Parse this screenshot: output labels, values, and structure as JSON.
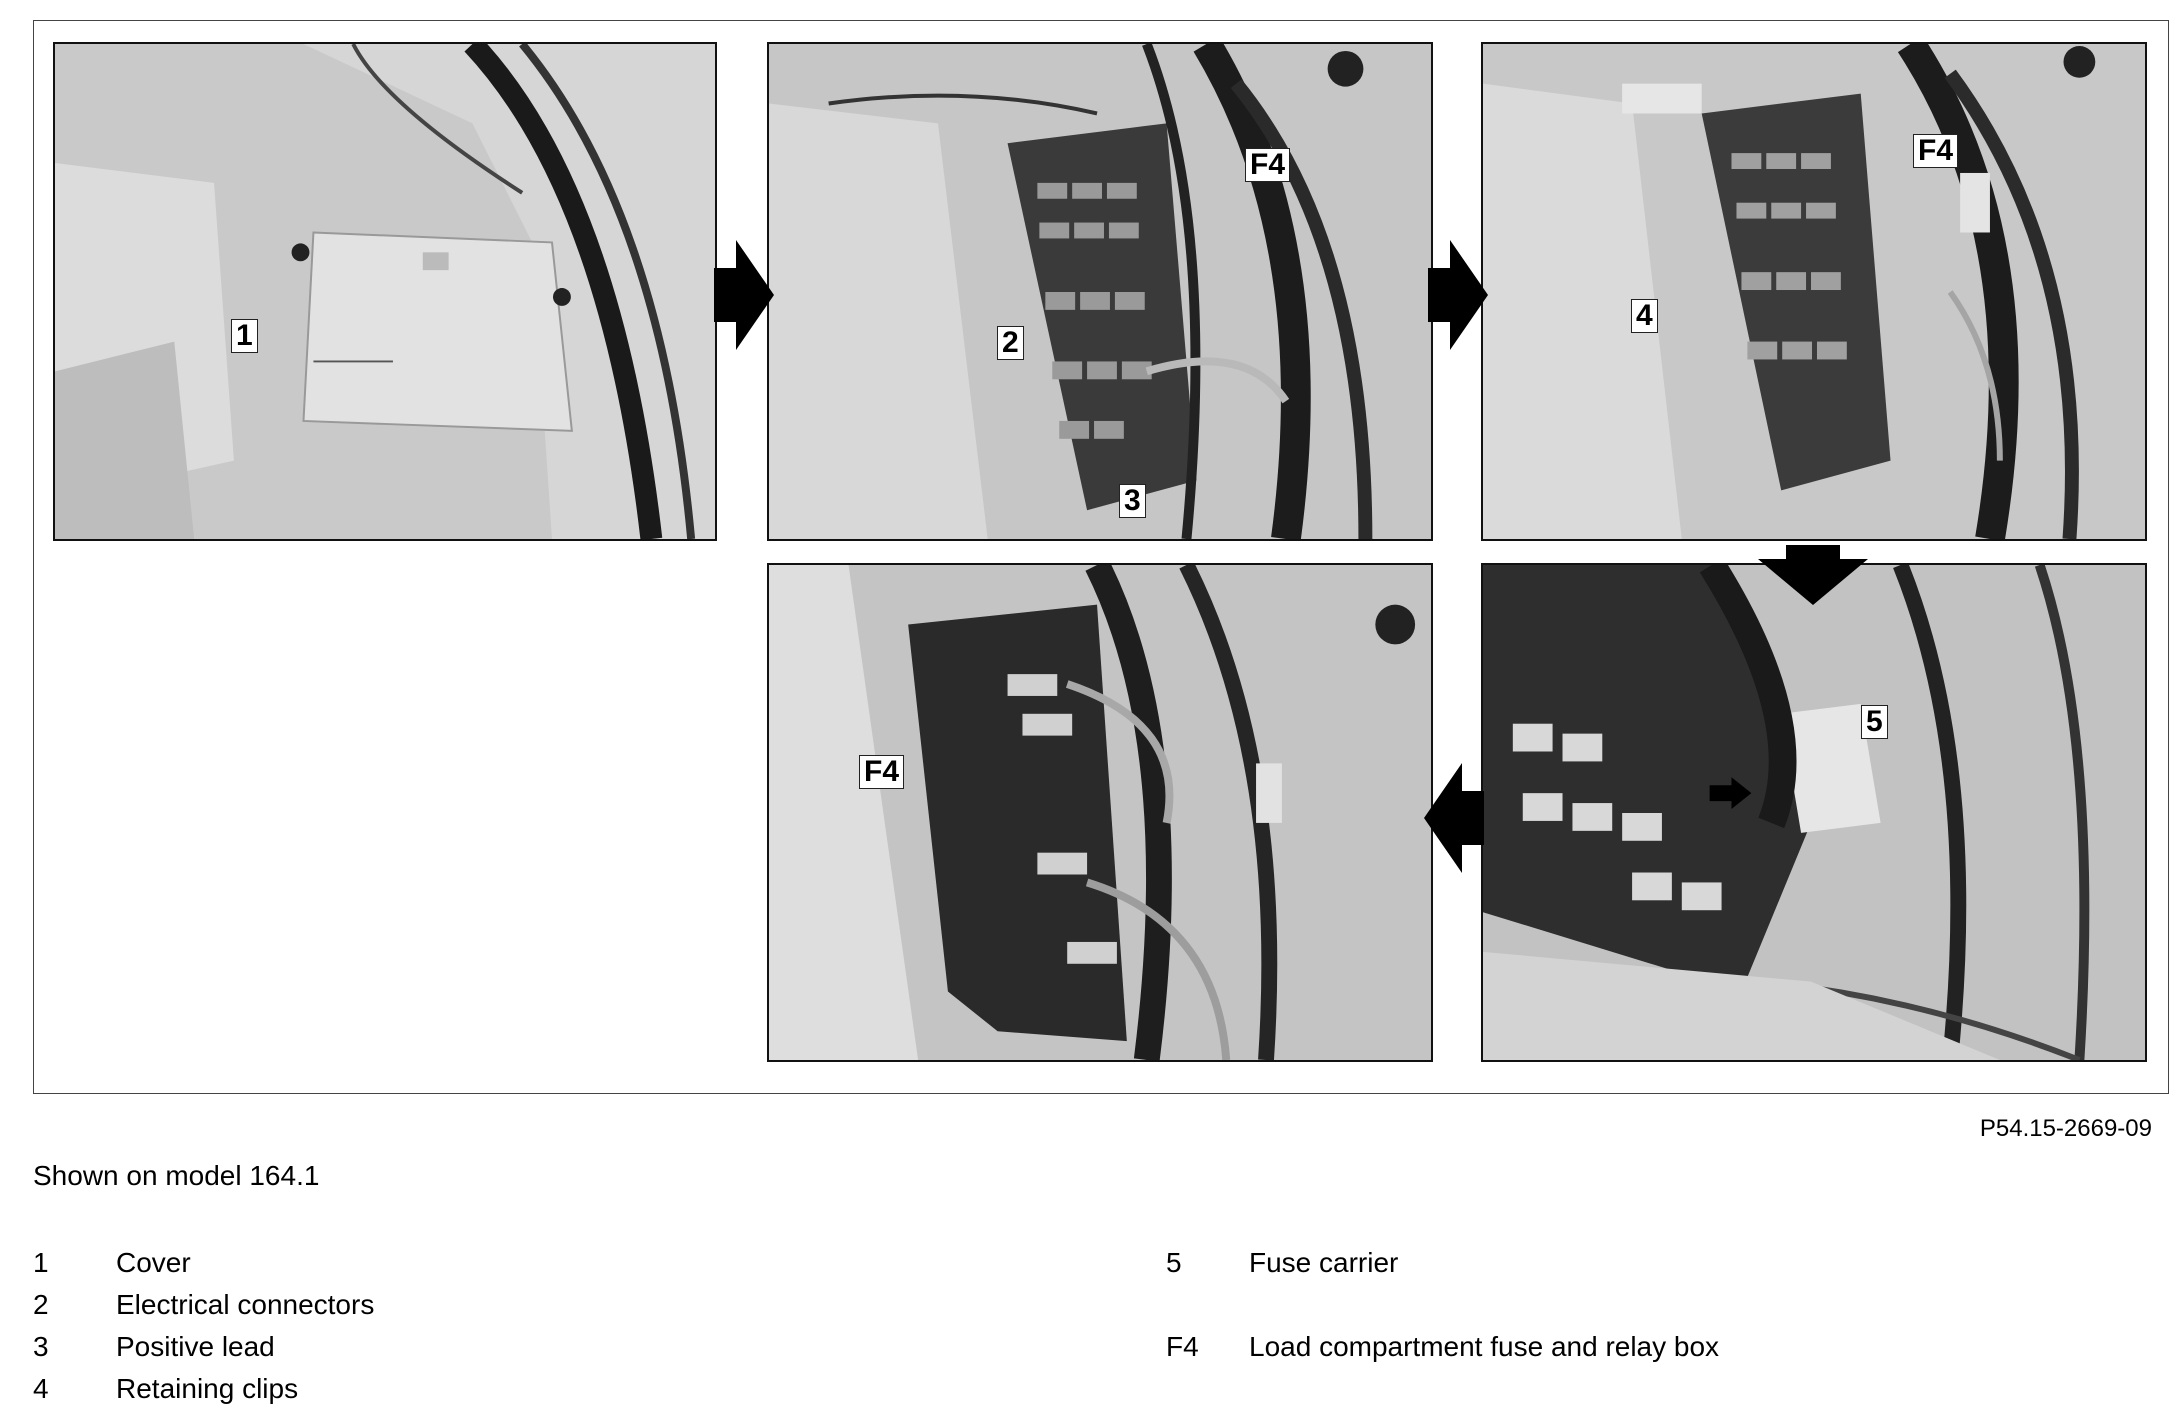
{
  "figure_id": "P54.15-2669-09",
  "caption": "Shown on model 164.1",
  "callouts": {
    "p1_c1": "1",
    "p2_f4": "F4",
    "p2_c2": "2",
    "p2_c3": "3",
    "p3_f4": "F4",
    "p3_c4": "4",
    "p5_c5": "5",
    "p4_f4": "F4"
  },
  "legend": [
    {
      "num": "1",
      "text": "Cover"
    },
    {
      "num": "2",
      "text": "Electrical connectors"
    },
    {
      "num": "3",
      "text": "Positive lead"
    },
    {
      "num": "4",
      "text": "Retaining clips"
    },
    {
      "num": "5",
      "text": "Fuse carrier"
    },
    {
      "num": "F4",
      "text": "Load compartment fuse and relay box"
    }
  ]
}
